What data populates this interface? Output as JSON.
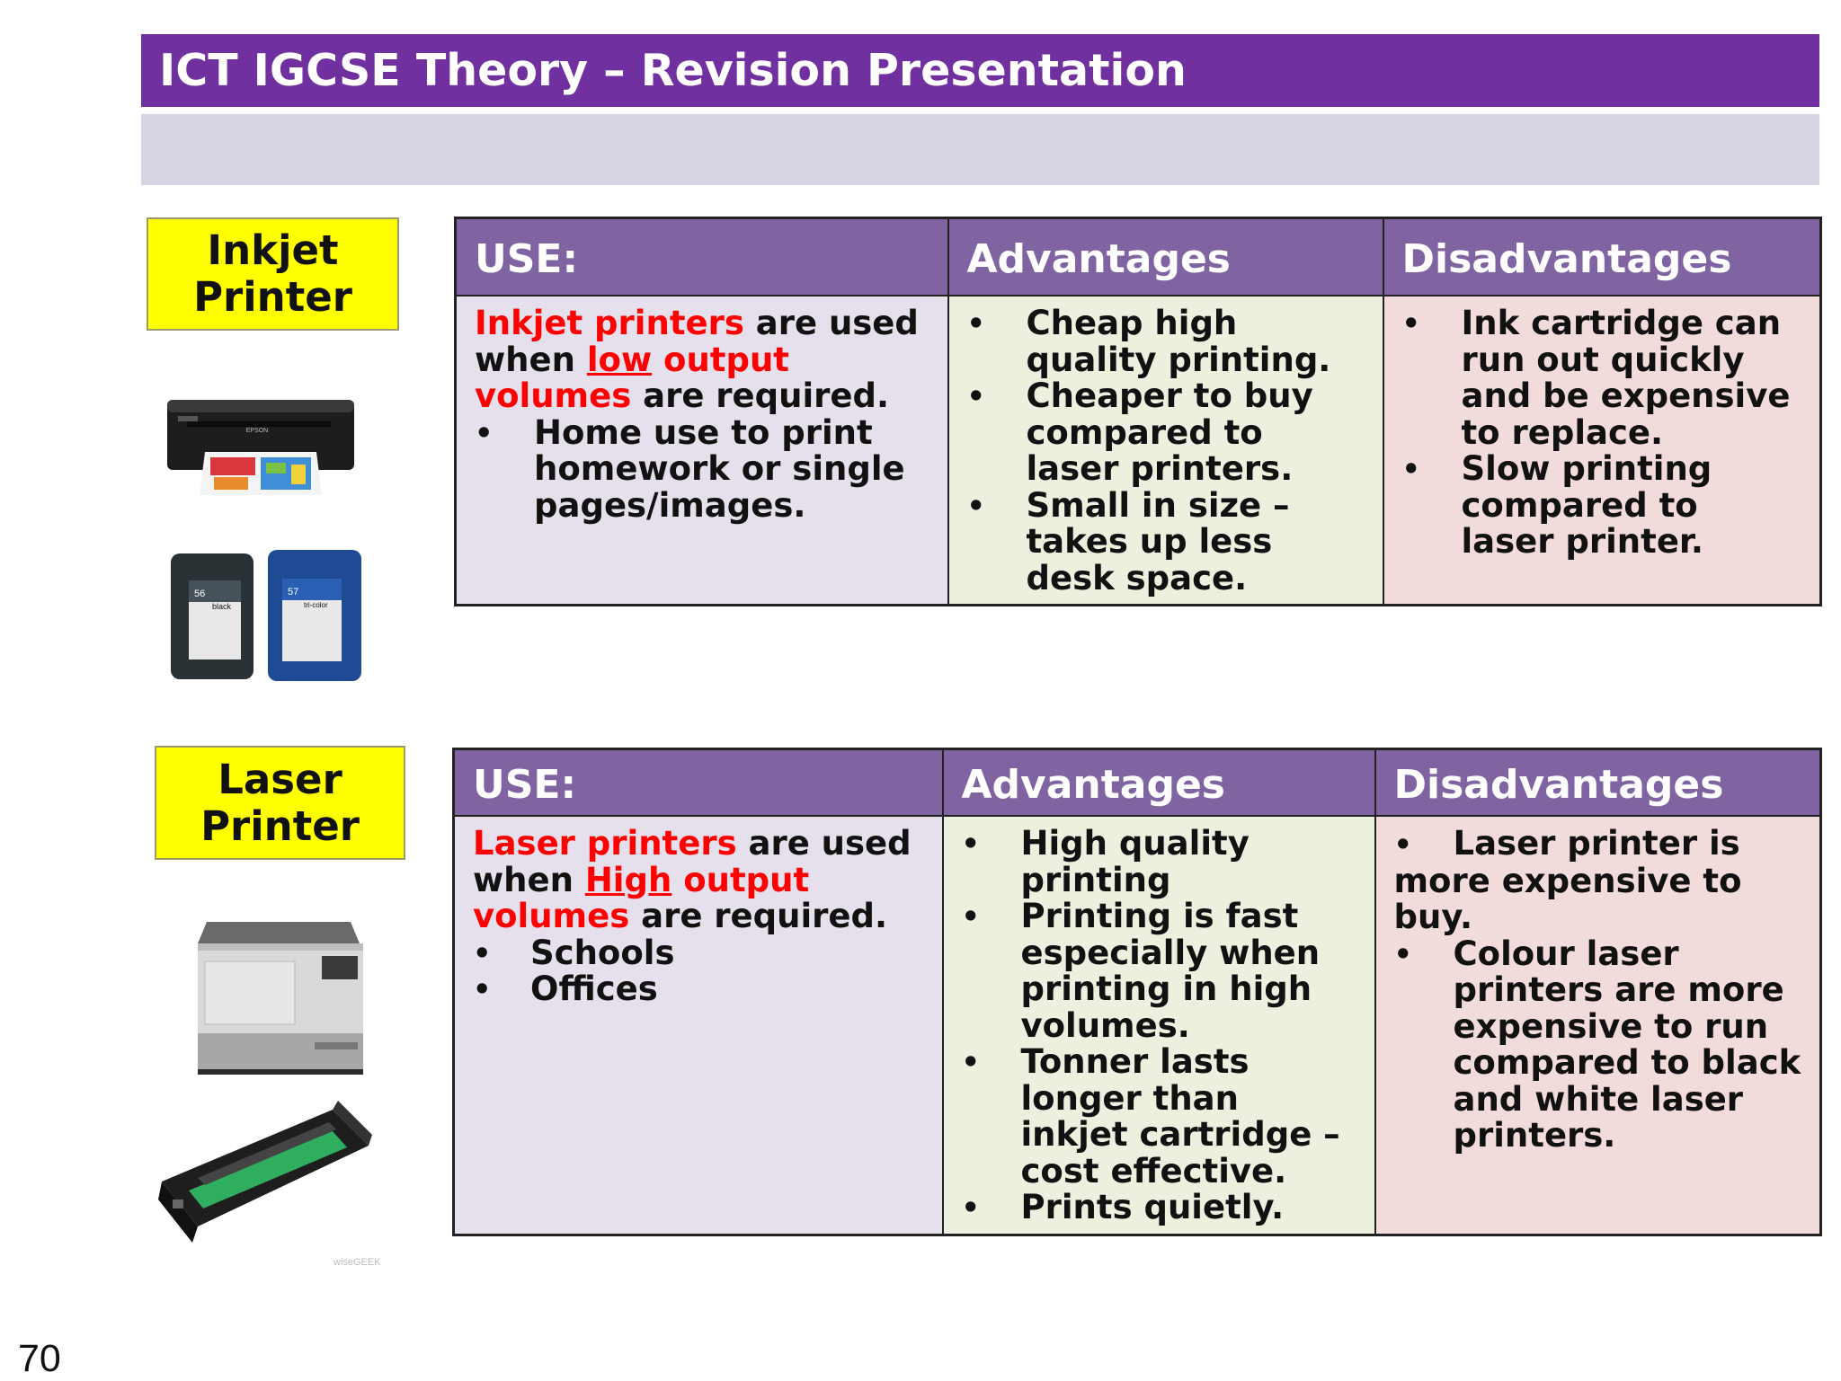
{
  "header": {
    "title": "ICT IGCSE Theory – Revision Presentation"
  },
  "inkjet": {
    "label_line1": "Inkjet",
    "label_line2": "Printer",
    "headers": [
      "USE:",
      "Advantages",
      "Disadvantages"
    ],
    "use": {
      "highlight1": "Inkjet printers",
      "text1": " are used when ",
      "highlight2": "low",
      "highlight3": " output volumes",
      "text2": " are required.",
      "bullets": [
        "Home use to print homework or single pages/images."
      ]
    },
    "advantages": [
      "Cheap high quality printing.",
      "Cheaper to buy compared to laser printers.",
      "Small in size – takes up less desk space."
    ],
    "disadvantages": [
      "Ink cartridge can run out quickly and be expensive to replace.",
      "Slow printing compared to laser printer."
    ],
    "cartridge_labels": [
      "56",
      "black",
      "57",
      "tri-color"
    ],
    "printer_brand": "EPSON"
  },
  "laser": {
    "label_line1": "Laser",
    "label_line2": "Printer",
    "headers": [
      "USE:",
      "Advantages",
      "Disadvantages"
    ],
    "use": {
      "highlight1": "Laser printers",
      "text1": " are used when ",
      "highlight2": "High",
      "highlight3": " output volumes",
      "text2": " are required.",
      "bullets": [
        "Schools",
        "Offices"
      ]
    },
    "advantages": [
      "High quality printing",
      "Printing is fast especially when printing in high volumes.",
      "Tonner lasts longer than inkjet cartridge – cost effective.",
      "Prints quietly."
    ],
    "disadvantages": [
      "Laser printer is more expensive to buy.",
      "Colour laser printers are more expensive to run  compared to black and white laser printers."
    ]
  },
  "footer": {
    "page_number": "70",
    "image_credit": "wiseGEEK"
  }
}
